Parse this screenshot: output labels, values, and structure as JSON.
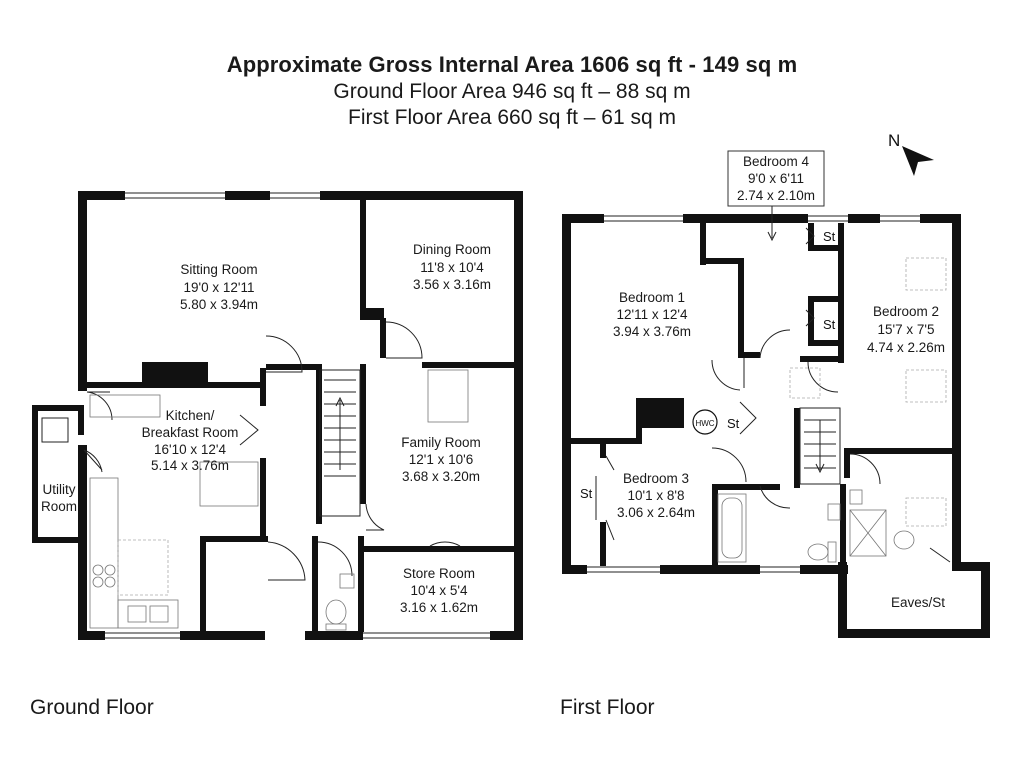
{
  "header": {
    "title": "Approximate Gross Internal Area 1606 sq ft - 149 sq m",
    "ground_area": "Ground Floor Area 946 sq ft – 88 sq m",
    "first_area": "First Floor Area 660 sq ft – 61 sq m"
  },
  "compass": {
    "label": "N"
  },
  "ground_floor": {
    "caption": "Ground Floor",
    "sitting": {
      "name": "Sitting Room",
      "imp": "19'0 x 12'11",
      "met": "5.80 x 3.94m"
    },
    "dining": {
      "name": "Dining Room",
      "imp": "11'8 x 10'4",
      "met": "3.56 x 3.16m"
    },
    "kitchen": {
      "name1": "Kitchen/",
      "name2": "Breakfast Room",
      "imp": "16'10 x 12'4",
      "met": "5.14 x 3.76m"
    },
    "family": {
      "name": "Family Room",
      "imp": "12'1 x 10'6",
      "met": "3.68 x 3.20m"
    },
    "store": {
      "name": "Store Room",
      "imp": "10'4 x 5'4",
      "met": "3.16 x 1.62m"
    },
    "utility": {
      "name1": "Utility",
      "name2": "Room"
    }
  },
  "first_floor": {
    "caption": "First Floor",
    "bed1": {
      "name": "Bedroom 1",
      "imp": "12'11 x 12'4",
      "met": "3.94 x 3.76m"
    },
    "bed2": {
      "name": "Bedroom 2",
      "imp": "15'7 x 7'5",
      "met": "4.74 x 2.26m"
    },
    "bed3": {
      "name": "Bedroom 3",
      "imp": "10'1 x 8'8",
      "met": "3.06 x 2.64m"
    },
    "bed4": {
      "name": "Bedroom 4",
      "imp": "9'0 x 6'11",
      "met": "2.74 x 2.10m"
    },
    "eaves": "Eaves/St",
    "hwc": "HWC",
    "st": "St"
  }
}
